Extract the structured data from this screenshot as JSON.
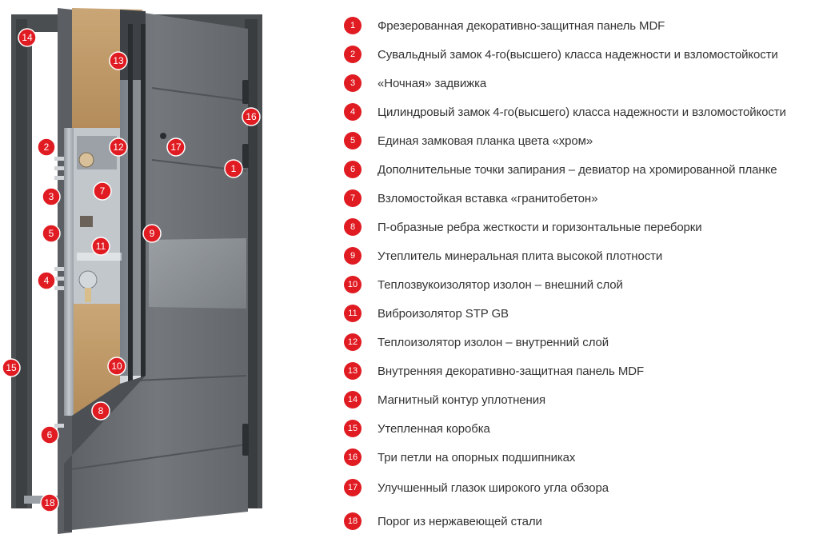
{
  "colors": {
    "accent": "#e01b22",
    "door_panel": "#6d7175",
    "frame": "#4a4d50",
    "insulation": "#c9a674",
    "lock_plate": "#a7acb1",
    "legend_text": "#333333"
  },
  "features": [
    {
      "number": "1",
      "label": "Фрезерованная декоративно-защитная панель MDF"
    },
    {
      "number": "2",
      "label": "Сувальдный замок 4-го(высшего) класса надежности и взломостойкости"
    },
    {
      "number": "3",
      "label": "«Ночная» задвижка"
    },
    {
      "number": "4",
      "label": "Цилиндровый замок 4-го(высшего) класса надежности и взломостойкости"
    },
    {
      "number": "5",
      "label": "Единая замковая планка цвета «хром»"
    },
    {
      "number": "6",
      "label": "Дополнительные точки запирания – девиатор на хромированной планке"
    },
    {
      "number": "7",
      "label": "Взломостойкая вставка «гранитобетон»"
    },
    {
      "number": "8",
      "label": "П-образные ребра жесткости и горизонтальные переборки"
    },
    {
      "number": "9",
      "label": "Утеплитель минеральная плита высокой плотности"
    },
    {
      "number": "10",
      "label": "Теплозвукоизолятор изолон – внешний слой"
    },
    {
      "number": "11",
      "label": "Виброизолятор STP GB"
    },
    {
      "number": "12",
      "label": "Теплоизолятор изолон – внутренний слой"
    },
    {
      "number": "13",
      "label": "Внутренняя декоративно-защитная панель MDF"
    },
    {
      "number": "14",
      "label": "Магнитный контур уплотнения"
    },
    {
      "number": "15",
      "label": "Утепленная коробка"
    },
    {
      "number": "16",
      "label": "Три петли на опорных подшипниках"
    },
    {
      "number": "17",
      "label": "Улучшенный глазок широкого угла обзора"
    },
    {
      "number": "18",
      "label": "Порог из нержавеющей стали"
    }
  ]
}
